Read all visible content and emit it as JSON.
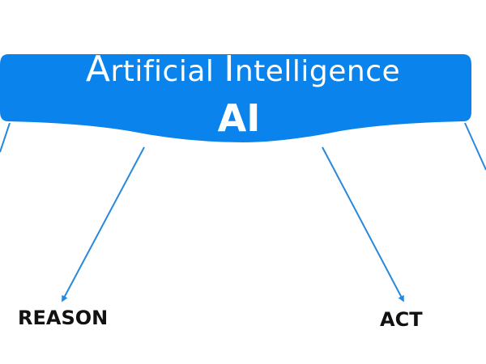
{
  "diagram": {
    "title": {
      "line1_first_initial": "A",
      "line1_first_rest": "rtificial ",
      "line1_second_initial": "I",
      "line1_second_rest": "ntelligence",
      "line2": "AI"
    },
    "nodes": [
      {
        "id": "reason",
        "label": "REASON"
      },
      {
        "id": "act",
        "label": "ACT"
      }
    ],
    "colors": {
      "banner": "#0a84ec",
      "arrow": "#2a88dc",
      "title_text": "#ffffff",
      "node_text": "#111111"
    }
  }
}
